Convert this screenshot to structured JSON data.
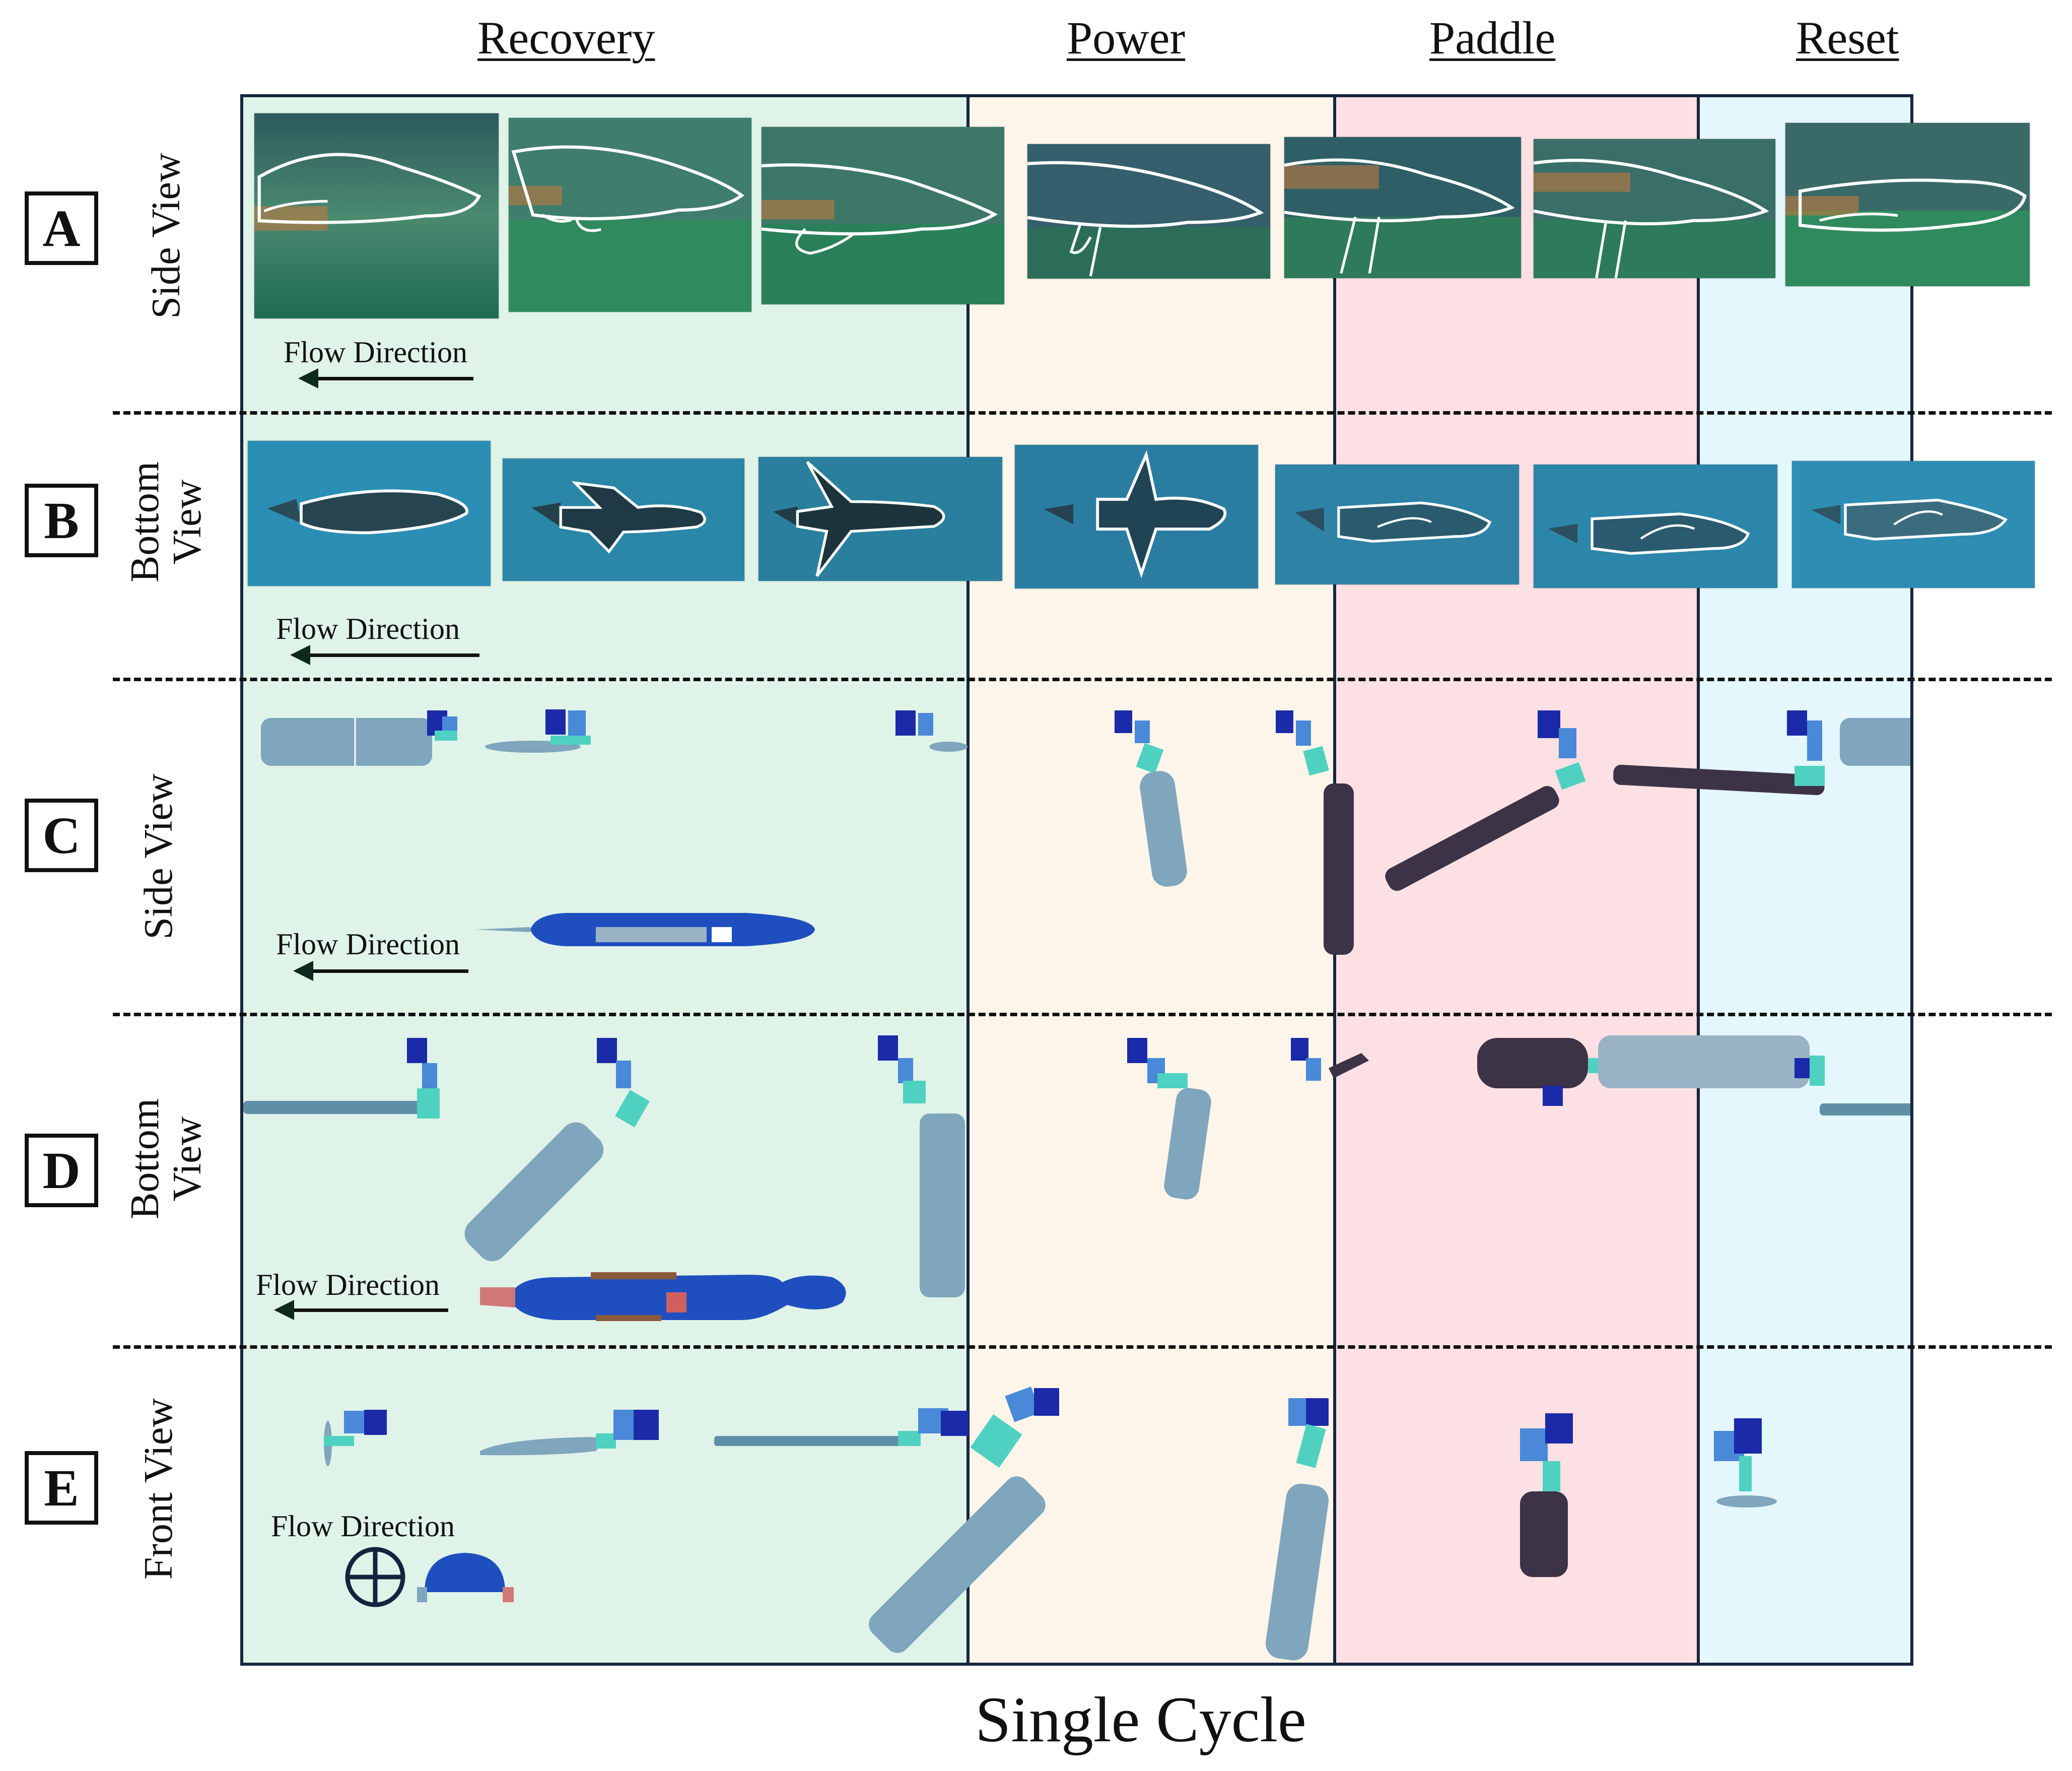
{
  "phases": [
    {
      "name": "Recovery",
      "color": "#e0f3e8"
    },
    {
      "name": "Power",
      "color": "#fdf5e9"
    },
    {
      "name": "Paddle",
      "color": "#fde0e3"
    },
    {
      "name": "Reset",
      "color": "#e3f7fc"
    }
  ],
  "rows": [
    {
      "letter": "A",
      "view": "Side View"
    },
    {
      "letter": "B",
      "view": "Bottom\nView"
    },
    {
      "letter": "C",
      "view": "Side View"
    },
    {
      "letter": "D",
      "view": "Bottom\nView"
    },
    {
      "letter": "E",
      "view": "Front View"
    }
  ],
  "flow_label": "Flow Direction",
  "footer": "Single Cycle",
  "colors": {
    "frame": "#17253f",
    "water_side": "#2f6e5e",
    "water_bottom": "#2b8fb5",
    "robot_body": "#7fa6bd",
    "robot_dark": "#3d3346",
    "robot_blue": "#1f4fbf",
    "joint": "#4fd1c1",
    "motor": "#1b2aa8"
  }
}
